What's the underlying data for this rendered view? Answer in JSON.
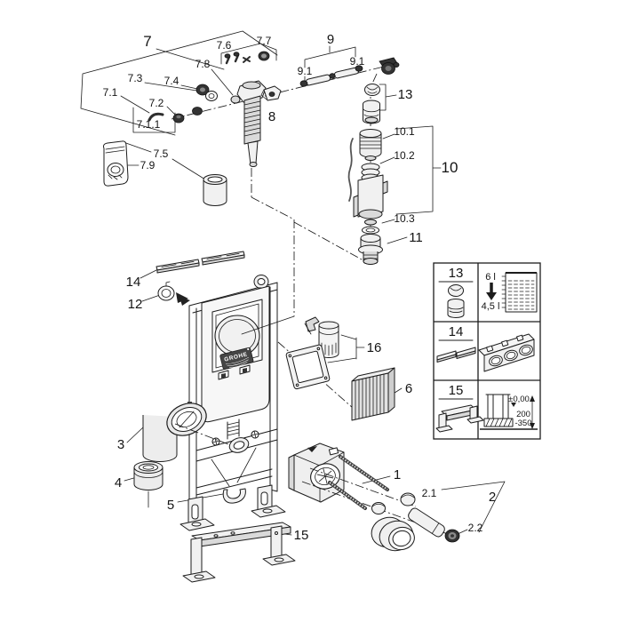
{
  "diagram": {
    "brand": "GROHE",
    "callouts": {
      "c1": "1",
      "c2": "2",
      "c2_1": "2.1",
      "c2_2": "2.2",
      "c3": "3",
      "c4": "4",
      "c5": "5",
      "c6": "6",
      "c7": "7",
      "c7_1": "7.1",
      "c7_1_1": "7.1.1",
      "c7_2": "7.2",
      "c7_3": "7.3",
      "c7_4": "7.4",
      "c7_5": "7.5",
      "c7_6": "7.6",
      "c7_7": "7.7",
      "c7_8": "7.8",
      "c7_9": "7.9",
      "c8": "8",
      "c9": "9",
      "c9_1a": "9.1",
      "c9_1b": "9.1",
      "c10": "10",
      "c10_1": "10.1",
      "c10_2": "10.2",
      "c10_3": "10.3",
      "c11": "11",
      "c12": "12",
      "c13": "13",
      "c13_panel": "13",
      "c14": "14",
      "c14_panel": "14",
      "c15": "15",
      "c15_panel": "15",
      "c16": "16"
    },
    "panel": {
      "row13": {
        "num": "13",
        "flush_full": "6 l",
        "flush_reduced": "4,5 l"
      },
      "row14": {
        "num": "14"
      },
      "row15": {
        "num": "15",
        "level": "±0,00",
        "depth_min": "200",
        "depth_max": "-350"
      }
    }
  }
}
